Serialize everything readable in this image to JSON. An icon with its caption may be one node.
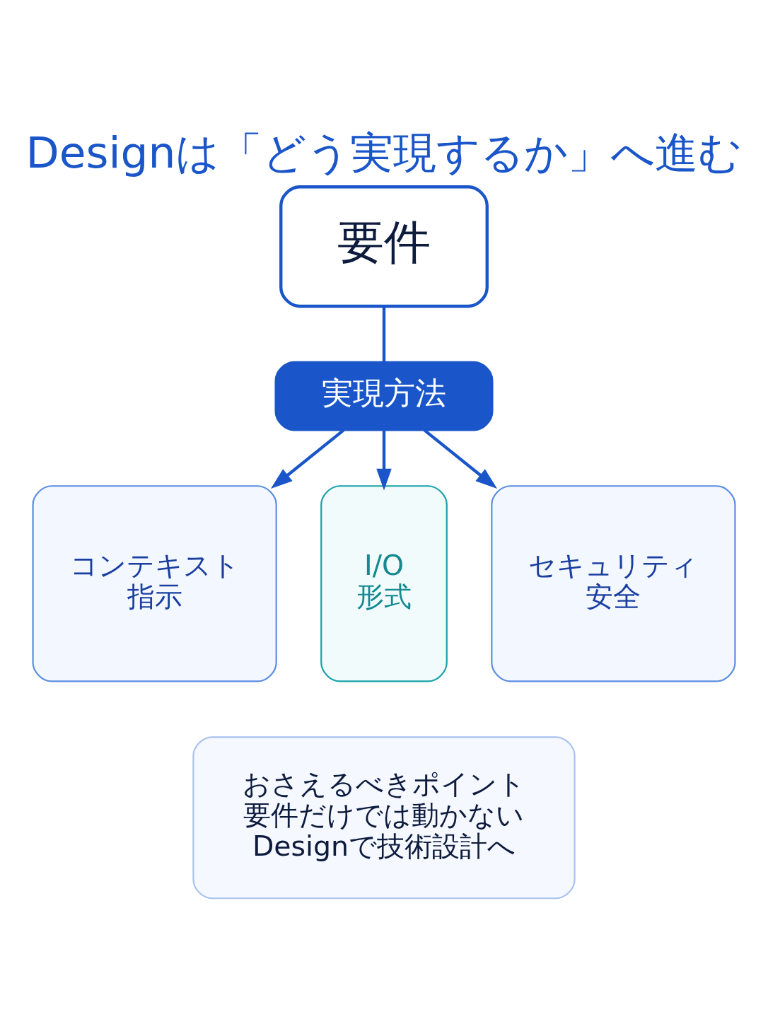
{
  "diagram": {
    "title": "Designは「どう実現するか」へ進む",
    "nodes": [
      {
        "text": [
          "要件"
        ]
      },
      {
        "text": [
          "実現方法"
        ]
      },
      {
        "text": [
          "コンテキスト",
          "指示"
        ]
      },
      {
        "text": [
          "I/O",
          "形式"
        ]
      },
      {
        "text": [
          "セキュリティ",
          "安全"
        ]
      },
      {
        "text": [
          "おさえるべきポイント",
          "要件だけでは動かない",
          "Designで技術設計へ"
        ]
      }
    ],
    "edges": [
      {
        "from": 0,
        "to": 1,
        "arrow": "none"
      },
      {
        "from": 1,
        "to": 2,
        "arrow": "to"
      },
      {
        "from": 1,
        "to": 3,
        "arrow": "to"
      },
      {
        "from": 1,
        "to": 4,
        "arrow": "to"
      }
    ]
  }
}
